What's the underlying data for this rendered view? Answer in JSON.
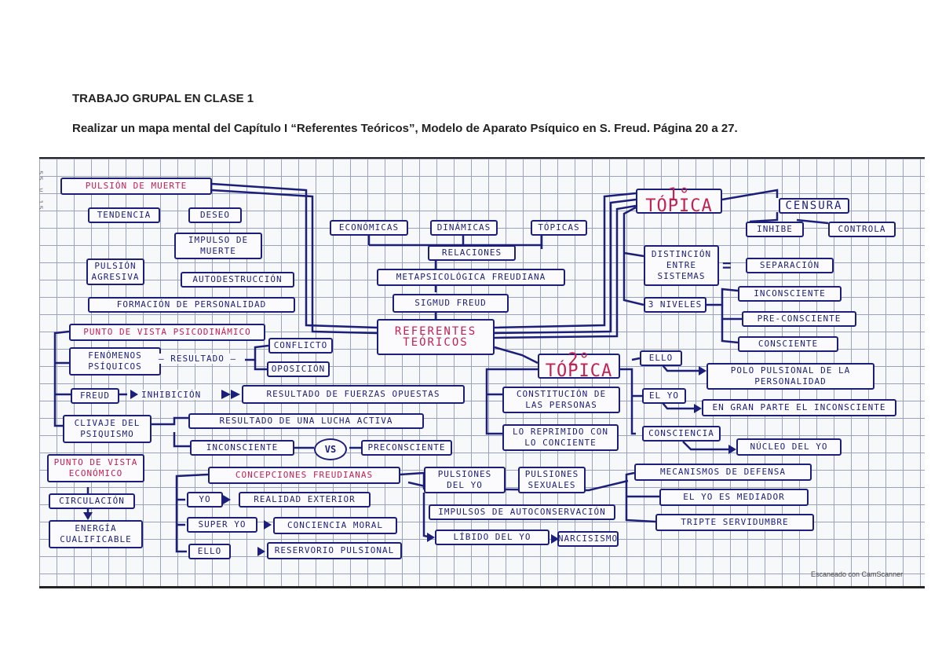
{
  "document": {
    "heading": "TRABAJO GRUPAL EN CLASE 1",
    "instructions": "Realizar un mapa mental del Capítulo I “Referentes Teóricos”, Modelo de Aparato Psíquico en S. Freud. Página 20 a 27.",
    "footer": "Escaneado con CamScanner"
  },
  "map": {
    "pulsion_muerte": "Pulsión de muerte",
    "tendencia": "Tendencia",
    "deseo": "Deseo",
    "impulso_muerte": "Impulso de\nmuerte",
    "pulsion_agresiva": "Pulsión\nagresiva",
    "autodestruccion": "Autodestrucción",
    "formacion_personalidad": "Formación de personalidad",
    "punto_psicodinamico": "Punto de vista psicodinámico",
    "fenomenos_psiquicos": "Fenómenos\npsíquicos",
    "resultado": "— Resultado —",
    "conflicto": "Conflicto",
    "oposicion": "Oposición",
    "freud": "Freud",
    "inhibicion": "Inhibición",
    "resultado_fuerzas": "Resultado de fuerzas opuestas",
    "clivaje": "Clivaje del\npsiquismo",
    "resultado_lucha": "Resultado de una lucha activa",
    "inconsciente_l": "Inconsciente",
    "vs": "VS",
    "preconsciente_l": "Preconsciente",
    "punto_economico": "Punto de vista\neconómico",
    "circulacion": "Circulación",
    "energia": "Energía\ncualificable",
    "concepciones": "Concepciones freudianas",
    "yo": "Yo",
    "realidad_exterior": "Realidad exterior",
    "super_yo": "Super yo",
    "conciencia_moral": "Conciencia moral",
    "ello_l": "Ello",
    "reservorio": "Reservorio pulsional",
    "economicas": "Económicas",
    "dinamicas": "Dinámicas",
    "topicas": "Tópicas",
    "relaciones": "Relaciones",
    "metapsicologica": "Metapsicológica freudiana",
    "sigmund": "Sigmud Freud",
    "referentes": "Referentes\nteóricos",
    "pulsiones_yo": "Pulsiones\ndel yo",
    "pulsiones_sexuales": "Pulsiones\nsexuales",
    "impulsos_auto": "Impulsos de autoconservación",
    "libido_yo": "Líbido del yo",
    "narcisismo": "Narcisismo",
    "primera_topica": "1° Tópica",
    "censura": "Censura",
    "inhibe": "Inhibe",
    "controla": "Controla",
    "distincion": "Distinción\nentre\nsistemas",
    "equals": "=",
    "separacion": "Separación",
    "tres_niveles": "3 niveles",
    "inconsciente_r": "Inconsciente",
    "preconsciente_r": "Pre-consciente",
    "consciente": "Consciente",
    "segunda_topica": "2° Tópica",
    "constitucion": "Constitución de\nlas personas",
    "reprimido": "Lo reprimido con\nlo conciente",
    "ello_r": "Ello",
    "polo_pulsional": "Polo pulsional de la\npersonalidad",
    "el_yo": "El yo",
    "gran_parte": "En gran parte el inconsciente",
    "consciencia": "Consciencia",
    "nucleo_yo": "Núcleo del yo",
    "mecanismos": "Mecanismos de defensa",
    "yo_mediador": "El yo es mediador",
    "triple": "Tripte servidumbre"
  }
}
